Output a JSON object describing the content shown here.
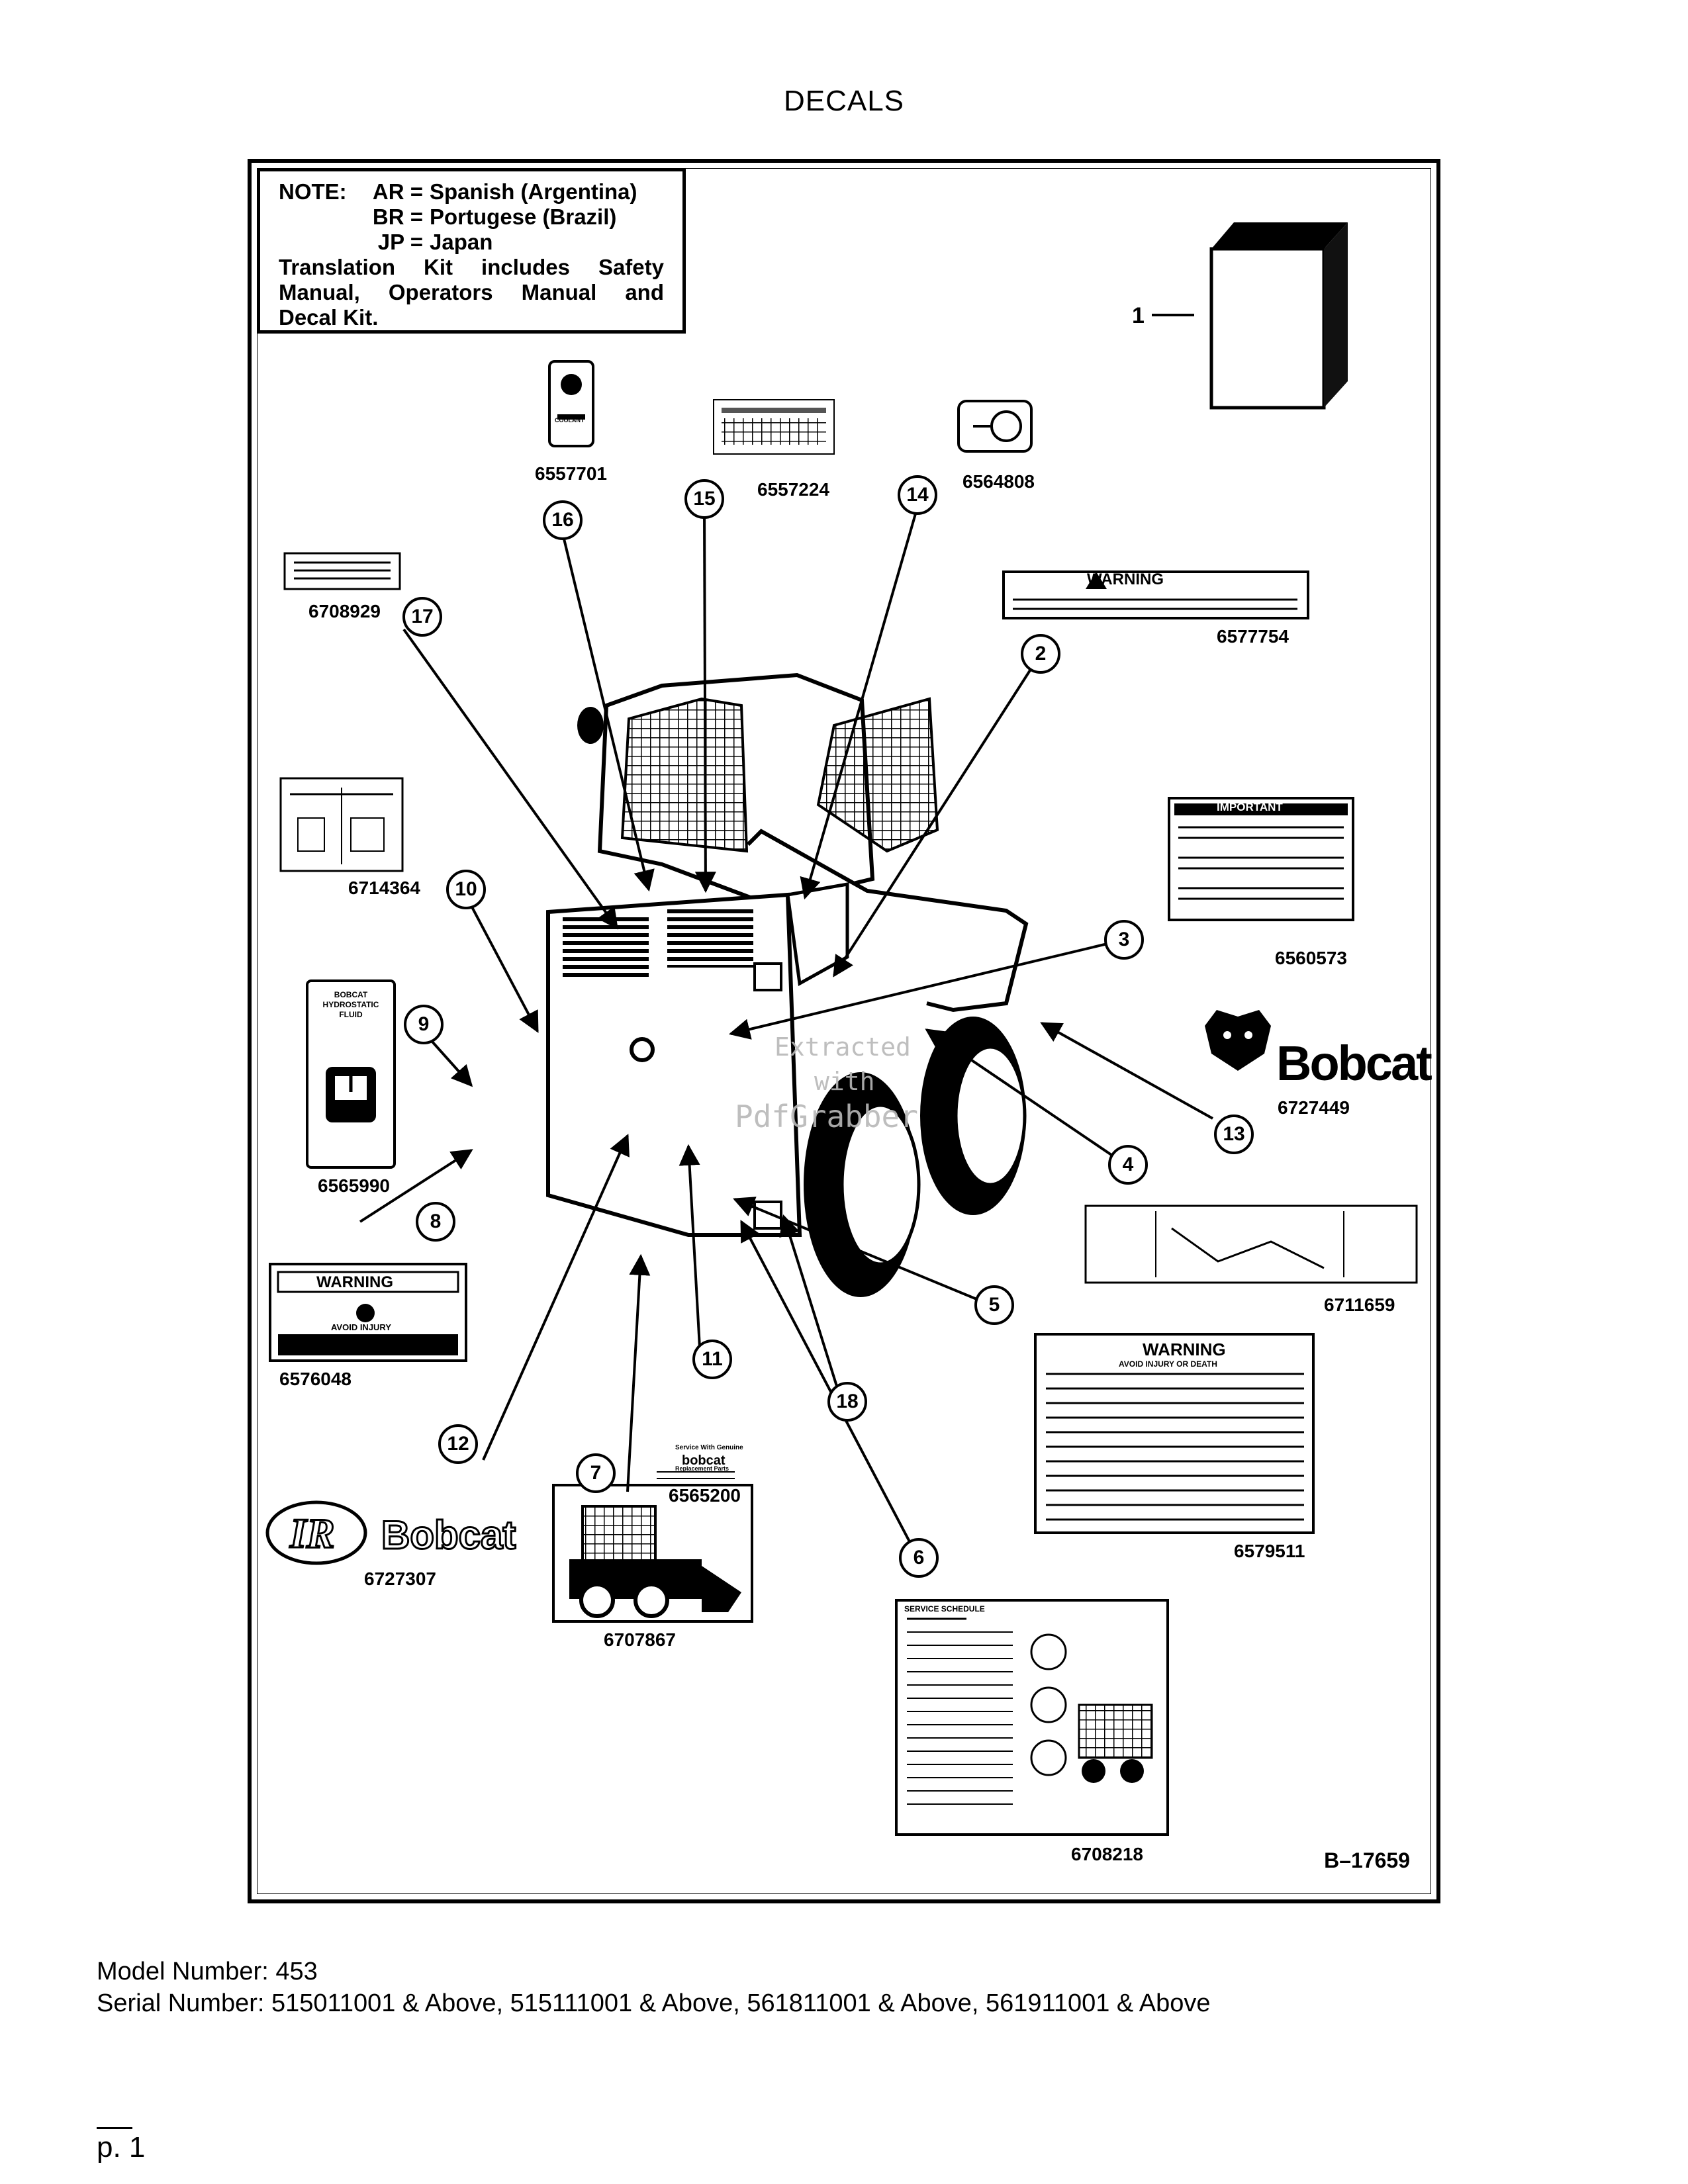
{
  "page": {
    "title": "DECALS",
    "figure_id": "B–17659",
    "model_line": "Model Number: 453",
    "serial_line": "Serial Number: 515011001 & Above, 515111001 & Above, 561811001 & Above, 561911001 & Above",
    "page_label": "p. 1"
  },
  "note": {
    "label": "NOTE:",
    "entries": [
      {
        "code": "AR =",
        "text": "Spanish (Argentina)"
      },
      {
        "code": "BR =",
        "text": "Portugese (Brazil)"
      },
      {
        "code": "JP =",
        "text": "Japan"
      }
    ],
    "kit_lines": [
      "Translation Kit includes Safety",
      "Manual, Operators Manual and",
      "Decal Kit."
    ]
  },
  "parts": {
    "p6557701": "6557701",
    "p6557224": "6557224",
    "p6564808": "6564808",
    "p6708929": "6708929",
    "p6577754": "6577754",
    "p6714364": "6714364",
    "p6560573": "6560573",
    "p6727449": "6727449",
    "p6565990": "6565990",
    "p6711659": "6711659",
    "p6576048": "6576048",
    "p6565200": "6565200",
    "p6579511": "6579511",
    "p6727307": "6727307",
    "p6707867": "6707867",
    "p6708218": "6708218"
  },
  "decal_text": {
    "warning": "WARNING",
    "important": "IMPORTANT",
    "bobcat": "Bobcat",
    "coolant": "COOLANT",
    "hydro": [
      "BOBCAT",
      "HYDROSTATIC",
      "FLUID"
    ],
    "avoid_injury": "AVOID INJURY",
    "avoid_injury_death": "AVOID INJURY OR DEATH",
    "service_schedule": "SERVICE SCHEDULE",
    "service_with": "Service With Genuine",
    "bobcat_small": "bobcat",
    "replacement": "Replacement Parts"
  },
  "callouts": {
    "c1": "1",
    "c2": "2",
    "c3": "3",
    "c4": "4",
    "c5": "5",
    "c6": "6",
    "c7": "7",
    "c8": "8",
    "c9": "9",
    "c10": "10",
    "c11": "11",
    "c12": "12",
    "c13": "13",
    "c14": "14",
    "c15": "15",
    "c16": "16",
    "c17": "17",
    "c18": "18"
  },
  "watermark": {
    "line1": "Extracted",
    "line2": "with",
    "line3": "PdfGrabber"
  }
}
